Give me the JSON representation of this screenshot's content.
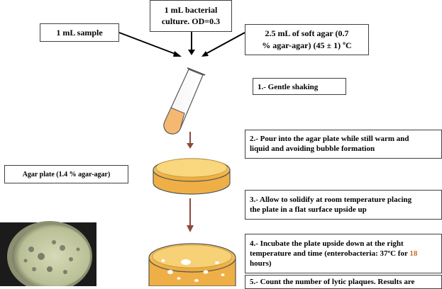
{
  "inputs": {
    "sample": "1 mL sample",
    "culture_line1": "1 mL bacterial",
    "culture_line2": "culture. OD=0.3",
    "soft_agar_line1": "2.5 mL  of soft agar (0.7",
    "soft_agar_line2": "% agar-agar) (45 ± 1) ºC"
  },
  "plate_label": "Agar plate (1.4 % agar-agar)",
  "steps": {
    "s1": "1.- Gentle shaking",
    "s2_line1": "2.- Pour into the agar plate while still warm and",
    "s2_line2": "liquid and avoiding bubble formation",
    "s3_line1": "3.- Allow to solidify at room temperature placing",
    "s3_line2": "the plate in a flat surface upside up",
    "s4_line1": "4.- Incubate the plate upside down at the right",
    "s4_line2a": "temperature and time (enterobacteria: 37ºC for ",
    "s4_line2b": "18",
    "s4_line3": "hours)",
    "s5_line1": "5.- Count the number of lytic plaques. Results are"
  },
  "colors": {
    "agar": "#f2b94e",
    "agar_light": "#f9d98a",
    "arrow": "#8b4a3c",
    "accent": "#c0701e"
  }
}
